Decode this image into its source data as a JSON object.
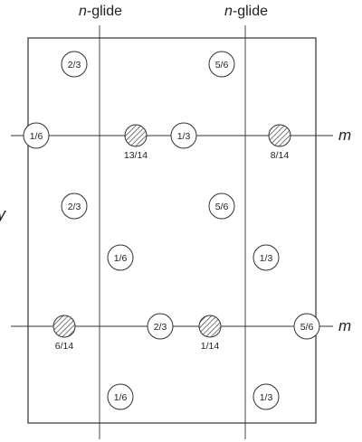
{
  "colors": {
    "stroke": "#333333",
    "text": "#222222",
    "background": "#ffffff"
  },
  "labels": {
    "glide_left": {
      "prefix": "n",
      "suffix": "-glide"
    },
    "glide_right": {
      "prefix": "n",
      "suffix": "-glide"
    },
    "mirror_top": "m",
    "mirror_bottom": "m",
    "axis_left": "y"
  },
  "open_sites": [
    {
      "id": "top-left-2-3",
      "label": "2/3"
    },
    {
      "id": "top-right-5-6",
      "label": "5/6"
    },
    {
      "id": "row1-left-1-6",
      "label": "1/6"
    },
    {
      "id": "row1-mid-1-3",
      "label": "1/3"
    },
    {
      "id": "mid-left-2-3",
      "label": "2/3"
    },
    {
      "id": "mid-right-5-6",
      "label": "5/6"
    },
    {
      "id": "center-left-1-6",
      "label": "1/6"
    },
    {
      "id": "center-right-1-3",
      "label": "1/3"
    },
    {
      "id": "row2-mid-2-3",
      "label": "2/3"
    },
    {
      "id": "row2-right-5-6",
      "label": "5/6"
    },
    {
      "id": "bottom-left-1-6",
      "label": "1/6"
    },
    {
      "id": "bottom-right-1-3",
      "label": "1/3"
    }
  ],
  "hatched_sites": [
    {
      "id": "row1-hatched-13-14",
      "label": "13/14"
    },
    {
      "id": "row1-hatched-8-14",
      "label": "8/14"
    },
    {
      "id": "row2-hatched-6-14",
      "label": "6/14"
    },
    {
      "id": "row2-hatched-1-14",
      "label": "1/14"
    }
  ]
}
